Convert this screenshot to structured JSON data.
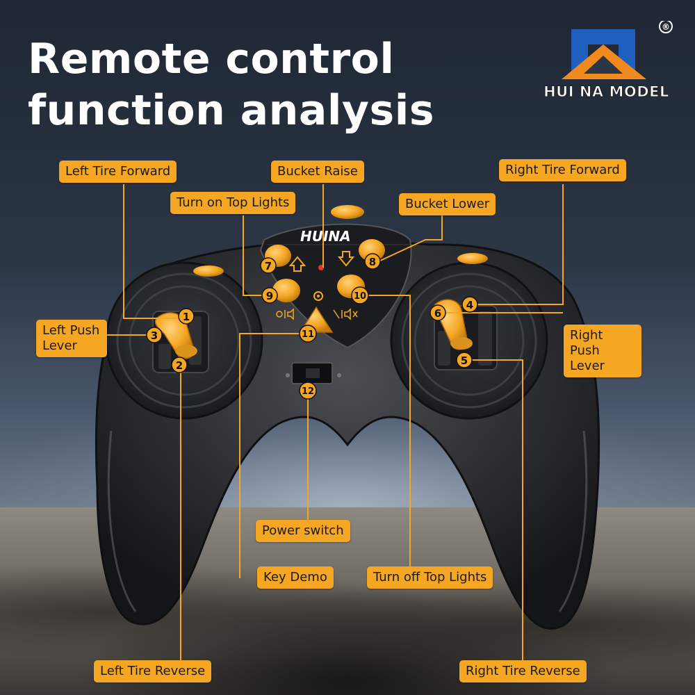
{
  "headline": {
    "line1": "Remote control",
    "line2": "function analysis"
  },
  "brand": {
    "name": "HUI NA MODEL",
    "registered_mark": "®",
    "logo_icon": "huina-h-logo-icon",
    "colors": {
      "blue": "#1f5fbf",
      "orange": "#f08a1c"
    }
  },
  "controller_logo": "HUINA",
  "labels": {
    "left_tire_forward": "Left Tire Forward",
    "bucket_raise": "Bucket Raise",
    "right_tire_forward": "Right Tire Forward",
    "turn_on_top_lights": "Turn on Top Lights",
    "bucket_lower": "Bucket Lower",
    "left_push_lever_1": "Left Push",
    "left_push_lever_2": "Lever",
    "right_push_lever_1": "Right Push",
    "right_push_lever_2": "Lever",
    "power_switch": "Power switch",
    "key_demo": "Key Demo",
    "turn_off_top_lights": "Turn off Top Lights",
    "left_tire_reverse": "Left Tire Reverse",
    "right_tire_reverse": "Right Tire Reverse"
  },
  "callouts": [
    "1",
    "2",
    "3",
    "4",
    "5",
    "6",
    "7",
    "8",
    "9",
    "10",
    "11",
    "12"
  ],
  "accent_color": "#f5a623"
}
